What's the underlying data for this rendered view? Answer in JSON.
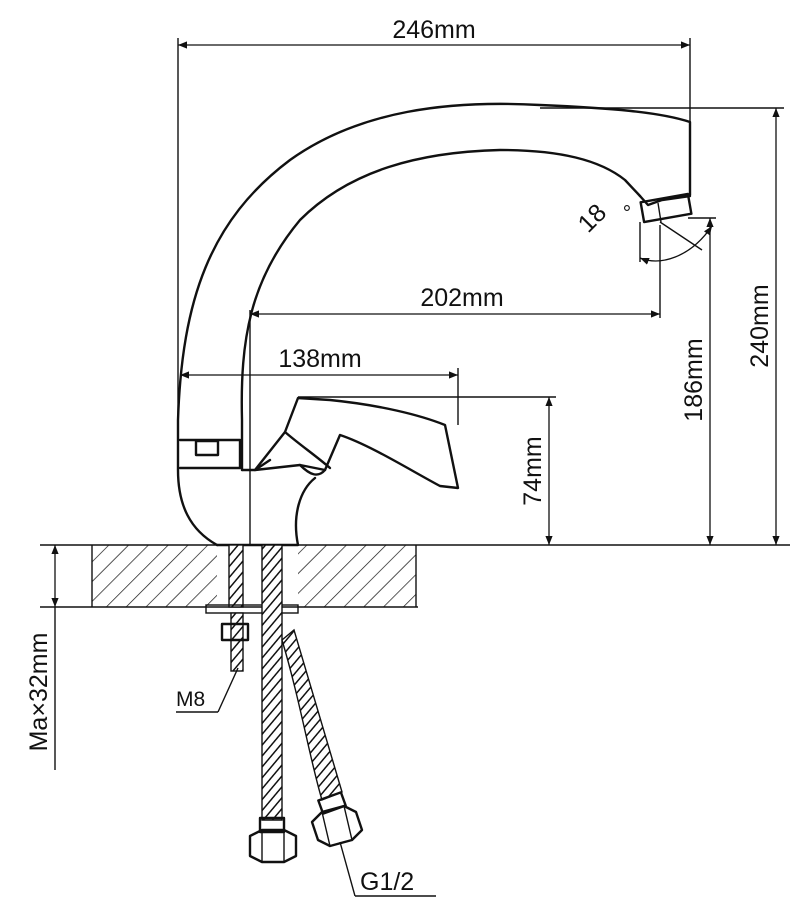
{
  "diagram": {
    "dimensions": {
      "total_width": "246mm",
      "spout_reach": "202mm",
      "handle_reach": "138mm",
      "handle_height": "74mm",
      "outlet_height": "186mm",
      "total_height": "240mm",
      "max_counter_thickness": "Ma×32mm",
      "angle": "18",
      "angle_unit": "°"
    },
    "labels": {
      "stud_thread": "M8",
      "hose_thread": "G1/2"
    },
    "colors": {
      "line": "#111111",
      "background": "#ffffff"
    }
  }
}
